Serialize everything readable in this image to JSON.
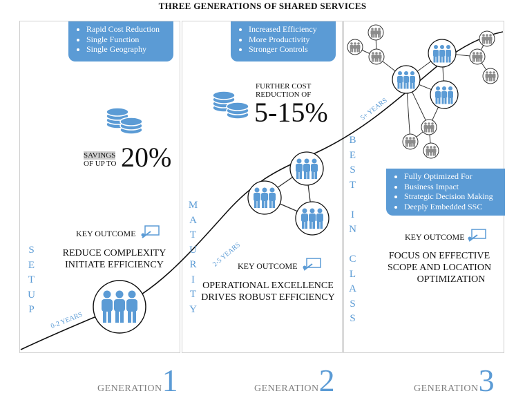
{
  "title": "THREE GENERATIONS OF SHARED SERVICES",
  "colors": {
    "accent": "#5b9bd5",
    "people_gray": "#8c8c8c",
    "label_gray": "#808080"
  },
  "panel1": {
    "bullets": [
      "Rapid Cost Reduction",
      "Single Function",
      "Single Geography"
    ],
    "savings_line1": "SAVINGS",
    "savings_line2": "OF UP TO",
    "savings_value": "20%",
    "key_outcome": "KEY OUTCOME",
    "outcome_line1": "REDUCE COMPLEXITY",
    "outcome_line2": "INITIATE EFFICIENCY",
    "vertical_label": [
      "S",
      "E",
      "T",
      "U",
      "P"
    ],
    "years": "0-2 YEARS",
    "generation_word": "GENERATION",
    "generation_number": "1"
  },
  "panel2": {
    "bullets": [
      "Increased Efficiency",
      "More Productivity",
      "Stronger Controls"
    ],
    "further_line1": "FURTHER COST",
    "further_line2": "REDUCTION OF",
    "further_value": "5-15%",
    "key_outcome": "KEY OUTCOME",
    "outcome_line1": "OPERATIONAL EXCELLENCE",
    "outcome_line2": "DRIVES ROBUST EFFICIENCY",
    "vertical_label": [
      "M",
      "A",
      "T",
      "U",
      "R",
      "I",
      "T",
      "Y"
    ],
    "years": "2-5 YEARS",
    "generation_word": "GENERATION",
    "generation_number": "2"
  },
  "panel3": {
    "bullets": [
      "Fully Optimized For",
      "Business Impact",
      "Strategic Decision Making",
      "Deeply Embedded SSC"
    ],
    "key_outcome": "KEY OUTCOME",
    "outcome_line1": "FOCUS ON EFFECTIVE",
    "outcome_line2": "SCOPE AND LOCATION",
    "outcome_line3": "OPTIMIZATION",
    "vertical_label": [
      "B",
      "E",
      "S",
      "T",
      "",
      "I",
      "N",
      "",
      "C",
      "L",
      "A",
      "S",
      "S"
    ],
    "years": "5+ YEARS",
    "generation_word": "GENERATION",
    "generation_number": "3"
  }
}
